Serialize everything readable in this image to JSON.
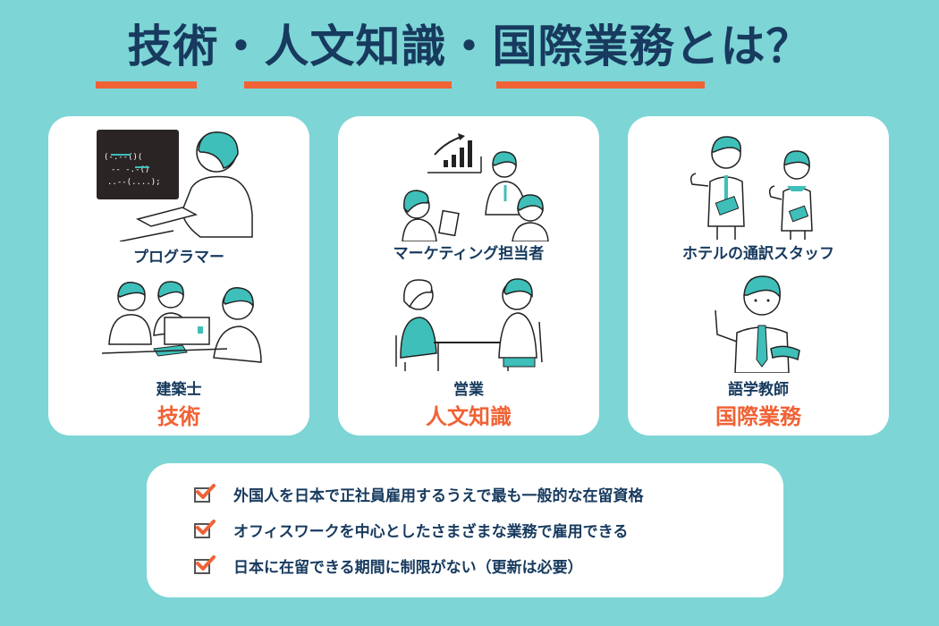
{
  "header": {
    "title": "技術・人文知識・国際業務とは？",
    "underline_color": "#f06235"
  },
  "colors": {
    "background": "#7dd5d6",
    "navy": "#173a5e",
    "accent_orange": "#f06235",
    "teal_illustration": "#3fbfb9"
  },
  "cards": [
    {
      "category": "技術",
      "jobs": [
        {
          "label": "プログラマー",
          "illustration": "programmer-at-computer-illustration"
        },
        {
          "label": "建築士",
          "illustration": "architects-with-building-model-illustration"
        }
      ]
    },
    {
      "category": "人文知識",
      "jobs": [
        {
          "label": "マーケティング担当者",
          "illustration": "marketing-meeting-chart-illustration"
        },
        {
          "label": "営業",
          "illustration": "sales-meeting-at-table-illustration"
        }
      ]
    },
    {
      "category": "国際業務",
      "jobs": [
        {
          "label": "ホテルの通訳スタッフ",
          "illustration": "hotel-staff-illustration"
        },
        {
          "label": "語学教師",
          "illustration": "language-teacher-illustration"
        }
      ]
    }
  ],
  "points": [
    {
      "icon": "checkbox-checked-icon",
      "text": "外国人を日本で正社員雇用するうえで最も一般的な在留資格"
    },
    {
      "icon": "checkbox-checked-icon",
      "text": "オフィスワークを中心としたさまざまな業務で雇用できる"
    },
    {
      "icon": "checkbox-checked-icon",
      "text": "日本に在留できる期間に制限がない（更新は必要）"
    }
  ]
}
